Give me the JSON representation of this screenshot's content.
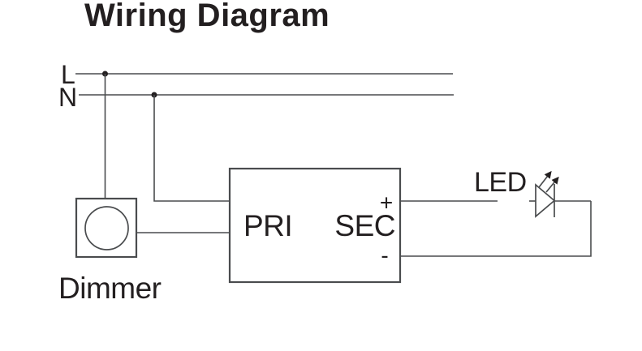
{
  "title": "Wiring Diagram",
  "colors": {
    "background": "#ffffff",
    "text": "#231f20",
    "wire": "#4a4c4e"
  },
  "mains": {
    "line_label": "L",
    "neutral_label": "N"
  },
  "dimmer": {
    "label": "Dimmer"
  },
  "driver": {
    "primary_label": "PRI",
    "secondary_label": "SEC",
    "positive_label": "+",
    "negative_label": "-"
  },
  "led": {
    "label": "LED"
  }
}
